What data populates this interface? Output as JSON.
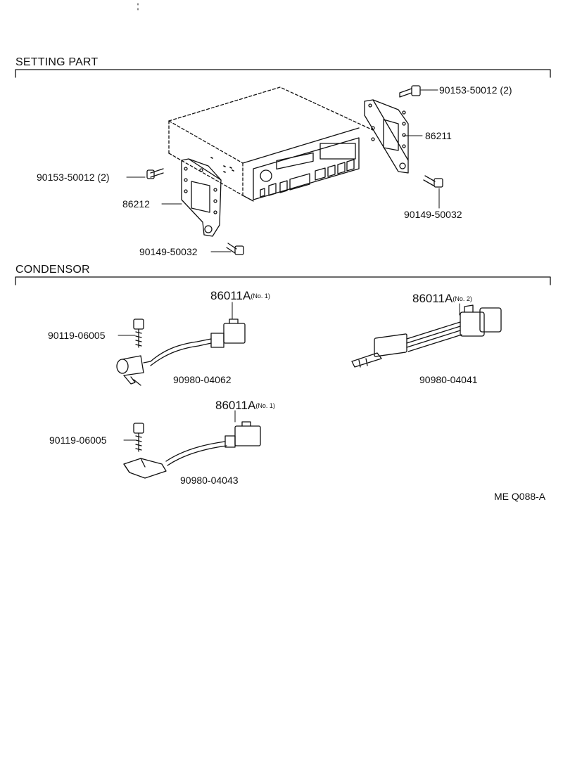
{
  "sections": {
    "setting": "SETTING PART",
    "condensor": "CONDENSOR"
  },
  "labels": {
    "bolt_top_right": "90153-50012 (2)",
    "bracket_right": "86211",
    "bolt_left": "90153-50012 (2)",
    "bracket_left": "86212",
    "screw_right": "90149-50032",
    "screw_bottom": "90149-50032",
    "screw_c1": "90119-06005",
    "screw_c3": "90119-06005",
    "cond1_pn": "90980-04062",
    "cond2_pn": "90980-04041",
    "cond3_pn": "90980-04043",
    "cond1_main": "86011A",
    "cond1_sub": "(No. 1)",
    "cond2_main": "86011A",
    "cond2_sub": "(No. 2)",
    "cond3_main": "86011A",
    "cond3_sub": "(No. 1)",
    "diagram_code": "ME Q088-A"
  }
}
